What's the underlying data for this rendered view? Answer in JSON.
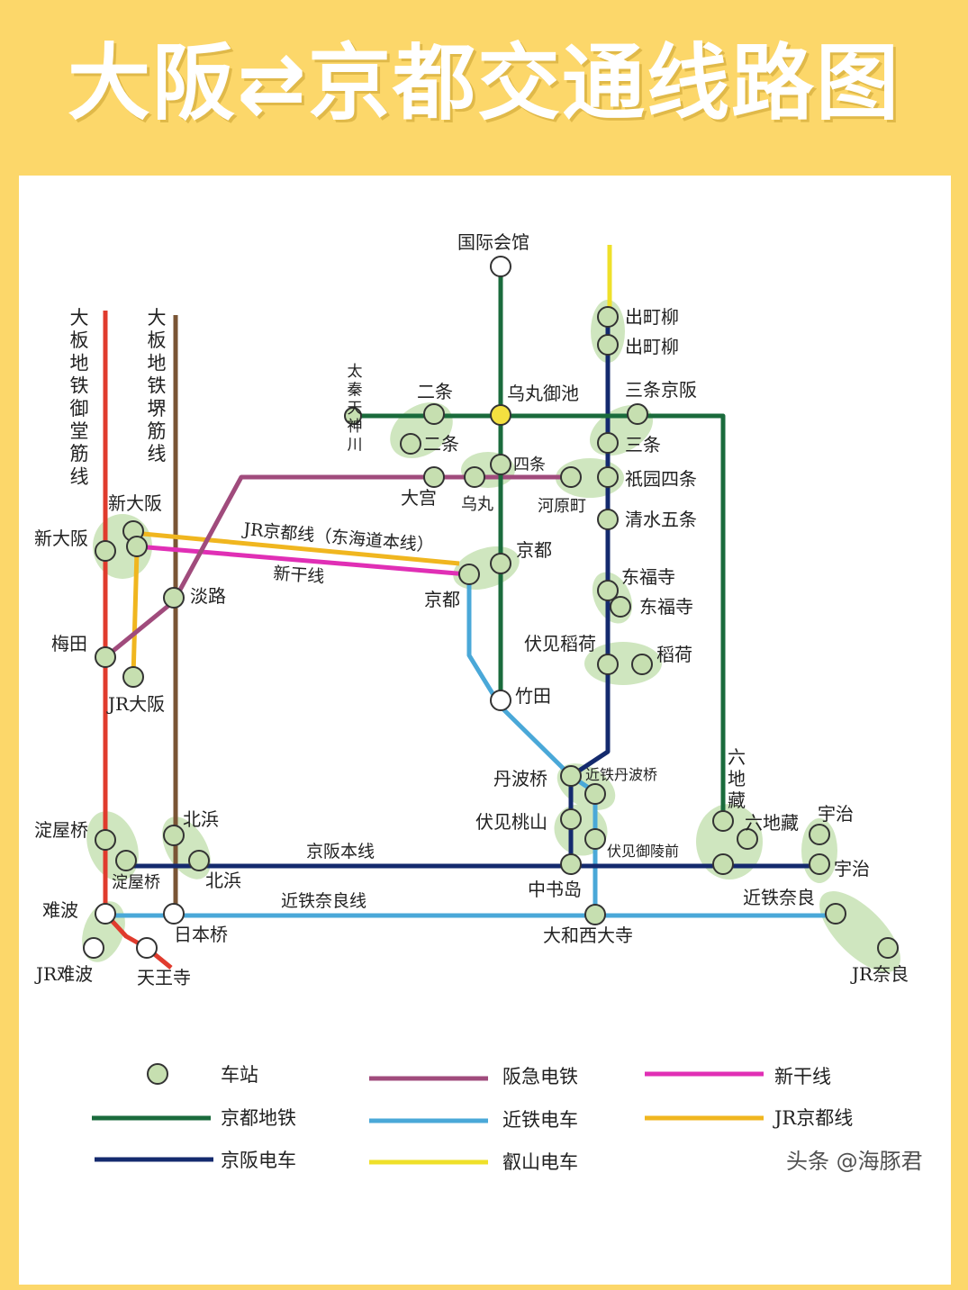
{
  "title": "大阪⇄京都交通线路图",
  "watermark": "头条 @海豚君",
  "colors": {
    "background": "#fcd76a",
    "kyoto_subway": "#1a6b3c",
    "keihan": "#142a6e",
    "kintetsu": "#4aa8d8",
    "hankyu": "#a04b7c",
    "shinkansen": "#e02fb5",
    "jr_kyoto": "#f0b61f",
    "eizan": "#efe02a",
    "osaka_midosuji": "#e03b2d",
    "osaka_sakaisuji": "#7a5535",
    "station_fill": "#c6dfb0",
    "transfer_zone": "#cfe6bf"
  },
  "lines": {
    "midosuji": "大板地铁御堂筋线",
    "sakaisuji": "大板地铁堺筋线",
    "jr_kyoto": "JR京都线（东海道本线）",
    "shinkansen": "新干线",
    "keihan": "京阪本线",
    "kintetsu_nara": "近铁奈良线"
  },
  "stations": {
    "kokusai_kaikan": "国际会馆",
    "demachiyanagi_1": "出町柳",
    "demachiyanagi_2": "出町柳",
    "uzumasa": "太秦天神川",
    "nijo_1": "二条",
    "nijo_2": "二条",
    "karasuma_oike": "乌丸御池",
    "sanjo_keihan": "三条京阪",
    "sanjo": "三条",
    "shijo": "四条",
    "omiya": "大宫",
    "karasuma": "乌丸",
    "kawaramachi": "河原町",
    "gion_shijo": "祇园四条",
    "shin_osaka_1": "新大阪",
    "shin_osaka_2": "新大阪",
    "kiyomizu_gojo": "清水五条",
    "kyoto_1": "京都",
    "kyoto_2": "京都",
    "awaji": "淡路",
    "tofukuji_1": "东福寺",
    "tofukuji_2": "东福寺",
    "umeda": "梅田",
    "fushimi_inari": "伏见稻荷",
    "inari": "稻荷",
    "jr_osaka": "JR大阪",
    "takeda": "竹田",
    "tambabashi": "丹波桥",
    "kintetsu_tambabashi": "近铁丹波桥",
    "fushimi_momoyama": "伏见桃山",
    "fushimi_goryomae": "伏见御陵前",
    "rokujizo_1": "六地藏",
    "rokujizo_2": "六地藏",
    "uji_1": "宇治",
    "uji_2": "宇治",
    "yodoyabashi_1": "淀屋桥",
    "yodoyabashi_2": "淀屋桥",
    "kitahama_1": "北浜",
    "kitahama_2": "北浜",
    "chushojima": "中书岛",
    "namba": "难波",
    "nipponbashi": "日本桥",
    "yamato_saidaiji": "大和西大寺",
    "kintetsu_nara": "近铁奈良",
    "jr_namba": "JR难波",
    "tennoji": "天王寺",
    "jr_nara": "JR奈良"
  },
  "legend": {
    "station": "车站",
    "kyoto_subway": "京都地铁",
    "keihan": "京阪电车",
    "hankyu": "阪急电铁",
    "kintetsu": "近铁电车",
    "eizan": "叡山电车",
    "shinkansen": "新干线",
    "jr_kyoto": "JR京都线"
  }
}
